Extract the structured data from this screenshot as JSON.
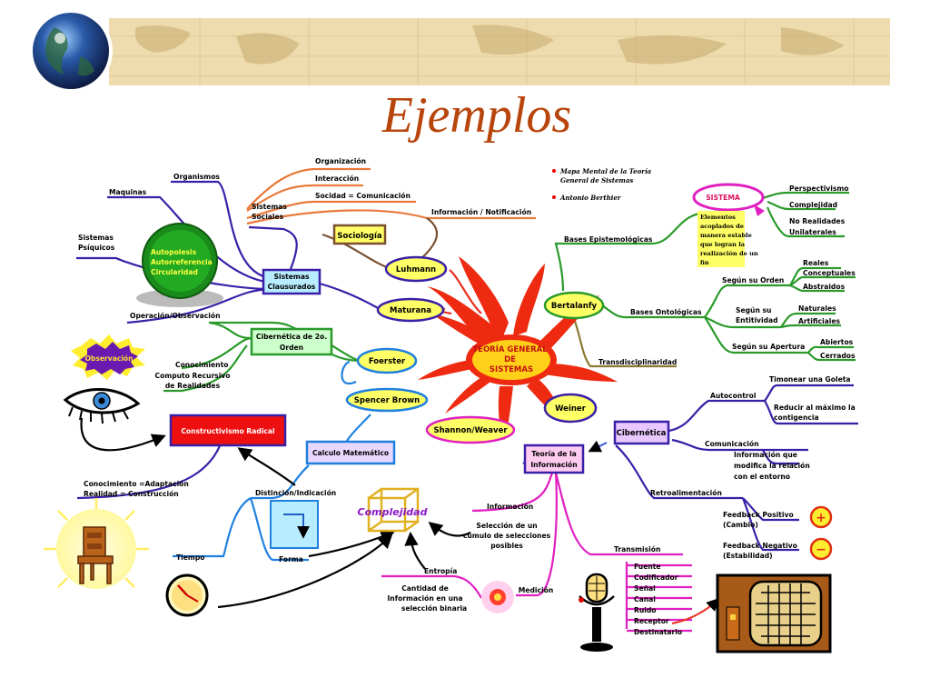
{
  "title": "Ejemplos",
  "center": [
    "TEORÍA GENERAL",
    "DE",
    "SISTEMAS"
  ],
  "legend": {
    "items": [
      "Mapa Mental de la Teoría",
      "General de Sistemas",
      "Antonio Berthier"
    ]
  },
  "nodes": {
    "luhmann": "Luhmann",
    "sociologia": "Sociología",
    "maturana": "Maturana",
    "foerster": "Foerster",
    "spencer_brown": "Spencer Brown",
    "shannon": "Shannon/Weaver",
    "bertalanfy": "Bertalanfy",
    "weiner": "Weiner",
    "cibernetica": "Cibernética",
    "teoria_informacion": [
      "Teoría de la",
      "Información"
    ],
    "sistemas_clausurados": [
      "Sistemas",
      "Clausurados"
    ],
    "cibernetica_2": [
      "Cibernética de 2o.",
      "Orden"
    ],
    "calculo": "Calculo Matemático",
    "constructivismo": "Constructivismo Radical",
    "complejidad": "Complejidad",
    "autopoiesis": [
      "Autopoiesis",
      "Autorreferencia",
      "Circularidad"
    ],
    "observacion": "Observación",
    "sistema": "SISTEMA",
    "medicion": "Medición"
  },
  "labels": {
    "organizacion": "Organización",
    "interaccion": "Interacción",
    "sociedad": "Socidad = Comunicación",
    "info_notif": "Información / Notificación",
    "sistemas_sociales": [
      "Sistemas",
      "Sociales"
    ],
    "organismos": "Organismos",
    "maquinas": "Maquinas",
    "sistemas_psiquicos": [
      "Sistemas",
      "Psíquicos"
    ],
    "operacion": "Operación/Observación",
    "conocimiento": "Conocimiento",
    "computo": [
      "Computo Recursivo",
      "de Realidades"
    ],
    "conoc_adapt": [
      "Conocimiento =Adaptación",
      "Realidad = Construcción"
    ],
    "distincion": "Distinción/Indicación",
    "tiempo": "Tiempo",
    "forma": "Forma",
    "informacion": "Información",
    "seleccion": [
      "Selección de un",
      "cúmulo de selecciones",
      "posibles"
    ],
    "entropia": "Entropía",
    "cantidad": [
      "Cantidad de",
      "Información en una",
      "selección binaria"
    ],
    "transmision": "Transmisión",
    "transmision_items": [
      "Fuente",
      "Codificador",
      "Señal",
      "Canal",
      "Ruido",
      "Receptor",
      "Destinatario"
    ],
    "bases_epist": "Bases Epistemológicas",
    "bases_onto": "Bases Ontológicas",
    "transdisc": "Transdisciplinaridad",
    "sistema_def": [
      "Elementos",
      "acoplados de",
      "manera estable",
      "que logran la",
      "realización de un",
      "fin"
    ],
    "perspectivismo": "Perspectivismo",
    "complejidad_b": "Complejidad",
    "no_realidades": [
      "No Realidades",
      "Unilaterales"
    ],
    "segun_orden": "Según su Orden",
    "orden_items": [
      "Reales",
      "Conceptuales",
      "Abstraidos"
    ],
    "segun_entitividad": [
      "Según su",
      "Entitividad"
    ],
    "entitividad_items": [
      "Naturales",
      "Artificiales"
    ],
    "segun_apertura": "Según su Apertura",
    "apertura_items": [
      "Abiertos",
      "Cerrados"
    ],
    "autocontrol": "Autocontrol",
    "timonear": "Timonear una Goleta",
    "reducir": [
      "Reducir al máximo la",
      "contigencia"
    ],
    "comunicacion": "Comunicación",
    "comunicacion_def": [
      "Información que",
      "modifica la relación",
      "con el entorno"
    ],
    "retroalimentacion": "Retroalimentación",
    "feedback_pos": [
      "Feedback Positivo",
      "(Cambio)"
    ],
    "feedback_neg": [
      "Feedback Negativo",
      "(Estabilidad)"
    ],
    "plus": "+",
    "minus": "−"
  },
  "colors": {
    "title": "#b8450c",
    "purple": "#3a1fa8",
    "green": "#2a9a2a",
    "red": "#e83020",
    "magenta": "#e020c0",
    "blue": "#2080e0",
    "orange": "#e87a3c",
    "brown": "#7a5030",
    "yellow": "#ffff66"
  }
}
